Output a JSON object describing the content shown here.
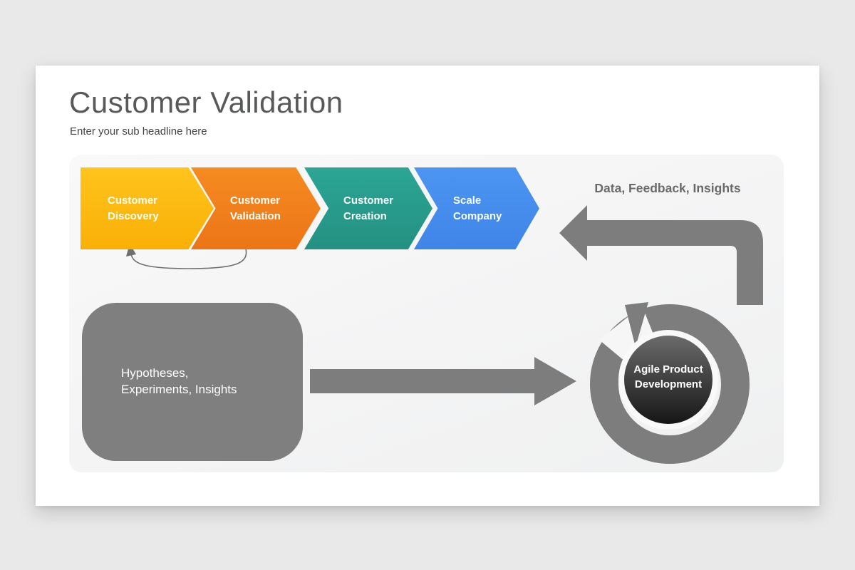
{
  "slide": {
    "title": "Customer Validation",
    "subtitle": "Enter your sub headline here"
  },
  "steps": [
    {
      "line1": "Customer",
      "line2": "Discovery",
      "color": "#fbb607"
    },
    {
      "line1": "Customer",
      "line2": "Validation",
      "color": "#f08220"
    },
    {
      "line1": "Customer",
      "line2": "Creation",
      "color": "#29a292"
    },
    {
      "line1": "Scale",
      "line2": "Company",
      "color": "#4690ef"
    }
  ],
  "labels": {
    "feedback": "Data, Feedback, Insights"
  },
  "hypotheses_box": {
    "line1": "Hypotheses,",
    "line2": "Experiments, Insights"
  },
  "agile_circle": {
    "line1": "Agile Product",
    "line2": "Development"
  },
  "colors": {
    "page_background": "#e9e9e9",
    "slide_background": "#ffffff",
    "panel_background": "#f4f4f5",
    "diagram_gray": "#7d7d7d",
    "title_text": "#58595a",
    "feedback_text": "#6a6a6a",
    "agile_core_top": "#6b6b6b",
    "agile_core_bottom": "#161616"
  }
}
